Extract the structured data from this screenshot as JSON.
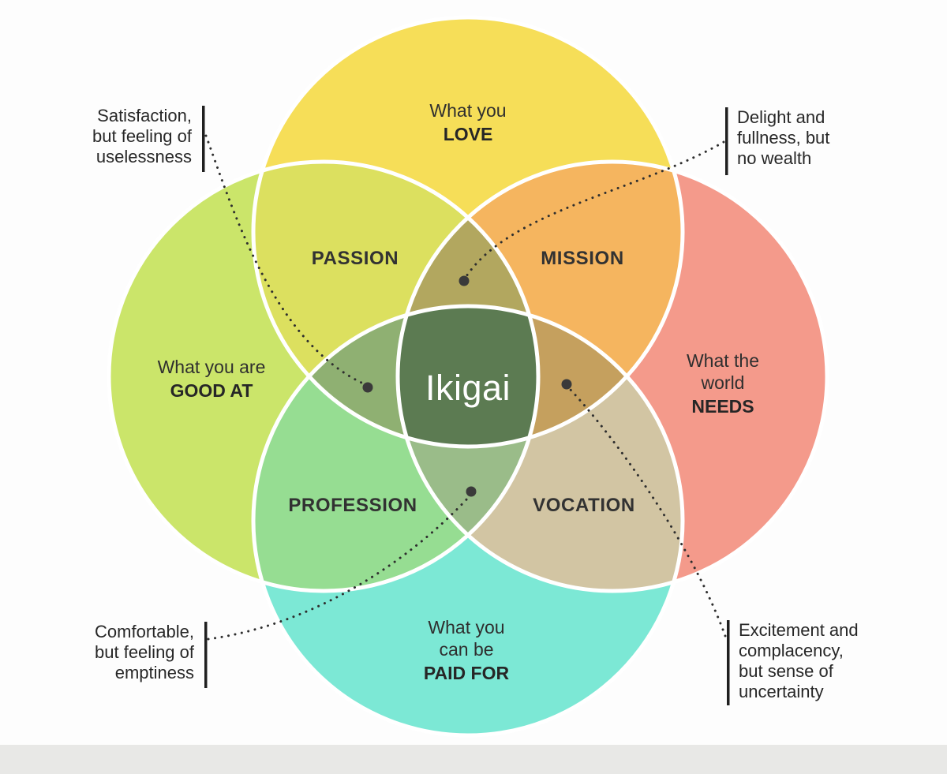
{
  "diagram": {
    "center": {
      "label": "Ikigai",
      "color": "#5C7B52"
    },
    "circles": {
      "love": {
        "lines": [
          "What you",
          "LOVE"
        ],
        "color": "#F6DE58"
      },
      "good_at": {
        "lines": [
          "What you are",
          "GOOD AT"
        ],
        "color": "#CBE56A"
      },
      "needs": {
        "lines": [
          "What the",
          "world",
          "NEEDS"
        ],
        "color": "#F49A8B"
      },
      "paid_for": {
        "lines": [
          "What you",
          "can be",
          "PAID FOR"
        ],
        "color": "#7CE8D5"
      }
    },
    "overlaps": {
      "passion": {
        "label": "PASSION",
        "color": "#DCE05F"
      },
      "mission": {
        "label": "MISSION",
        "color": "#F5B55F"
      },
      "profession": {
        "label": "PROFESSION",
        "color": "#96DD92"
      },
      "vocation": {
        "label": "VOCATION",
        "color": "#D2C5A3"
      },
      "love_goodat_needs": {
        "color": "#B2A75F"
      },
      "love_goodat_paidfor": {
        "color": "#8FB072"
      },
      "love_needs_paidfor": {
        "color": "#C5A05E"
      },
      "goodat_needs_paidfor": {
        "color": "#9ABC89"
      }
    },
    "annotations": {
      "top_left": {
        "lines": [
          "Satisfaction,",
          "but feeling of",
          "uselessness"
        ]
      },
      "top_right": {
        "lines": [
          "Delight and",
          "fullness, but",
          "no wealth"
        ]
      },
      "bottom_left": {
        "lines": [
          "Comfortable,",
          "but feeling of",
          "emptiness"
        ]
      },
      "bottom_right": {
        "lines": [
          "Excitement and",
          "complacency,",
          "but sense of",
          "uncertainty"
        ]
      }
    },
    "line_color": "#2E2E2E",
    "text_color": "#2F2F2F",
    "outline_color": "#FFFFFF",
    "bottom_strip_color": "#E8E8E6"
  }
}
